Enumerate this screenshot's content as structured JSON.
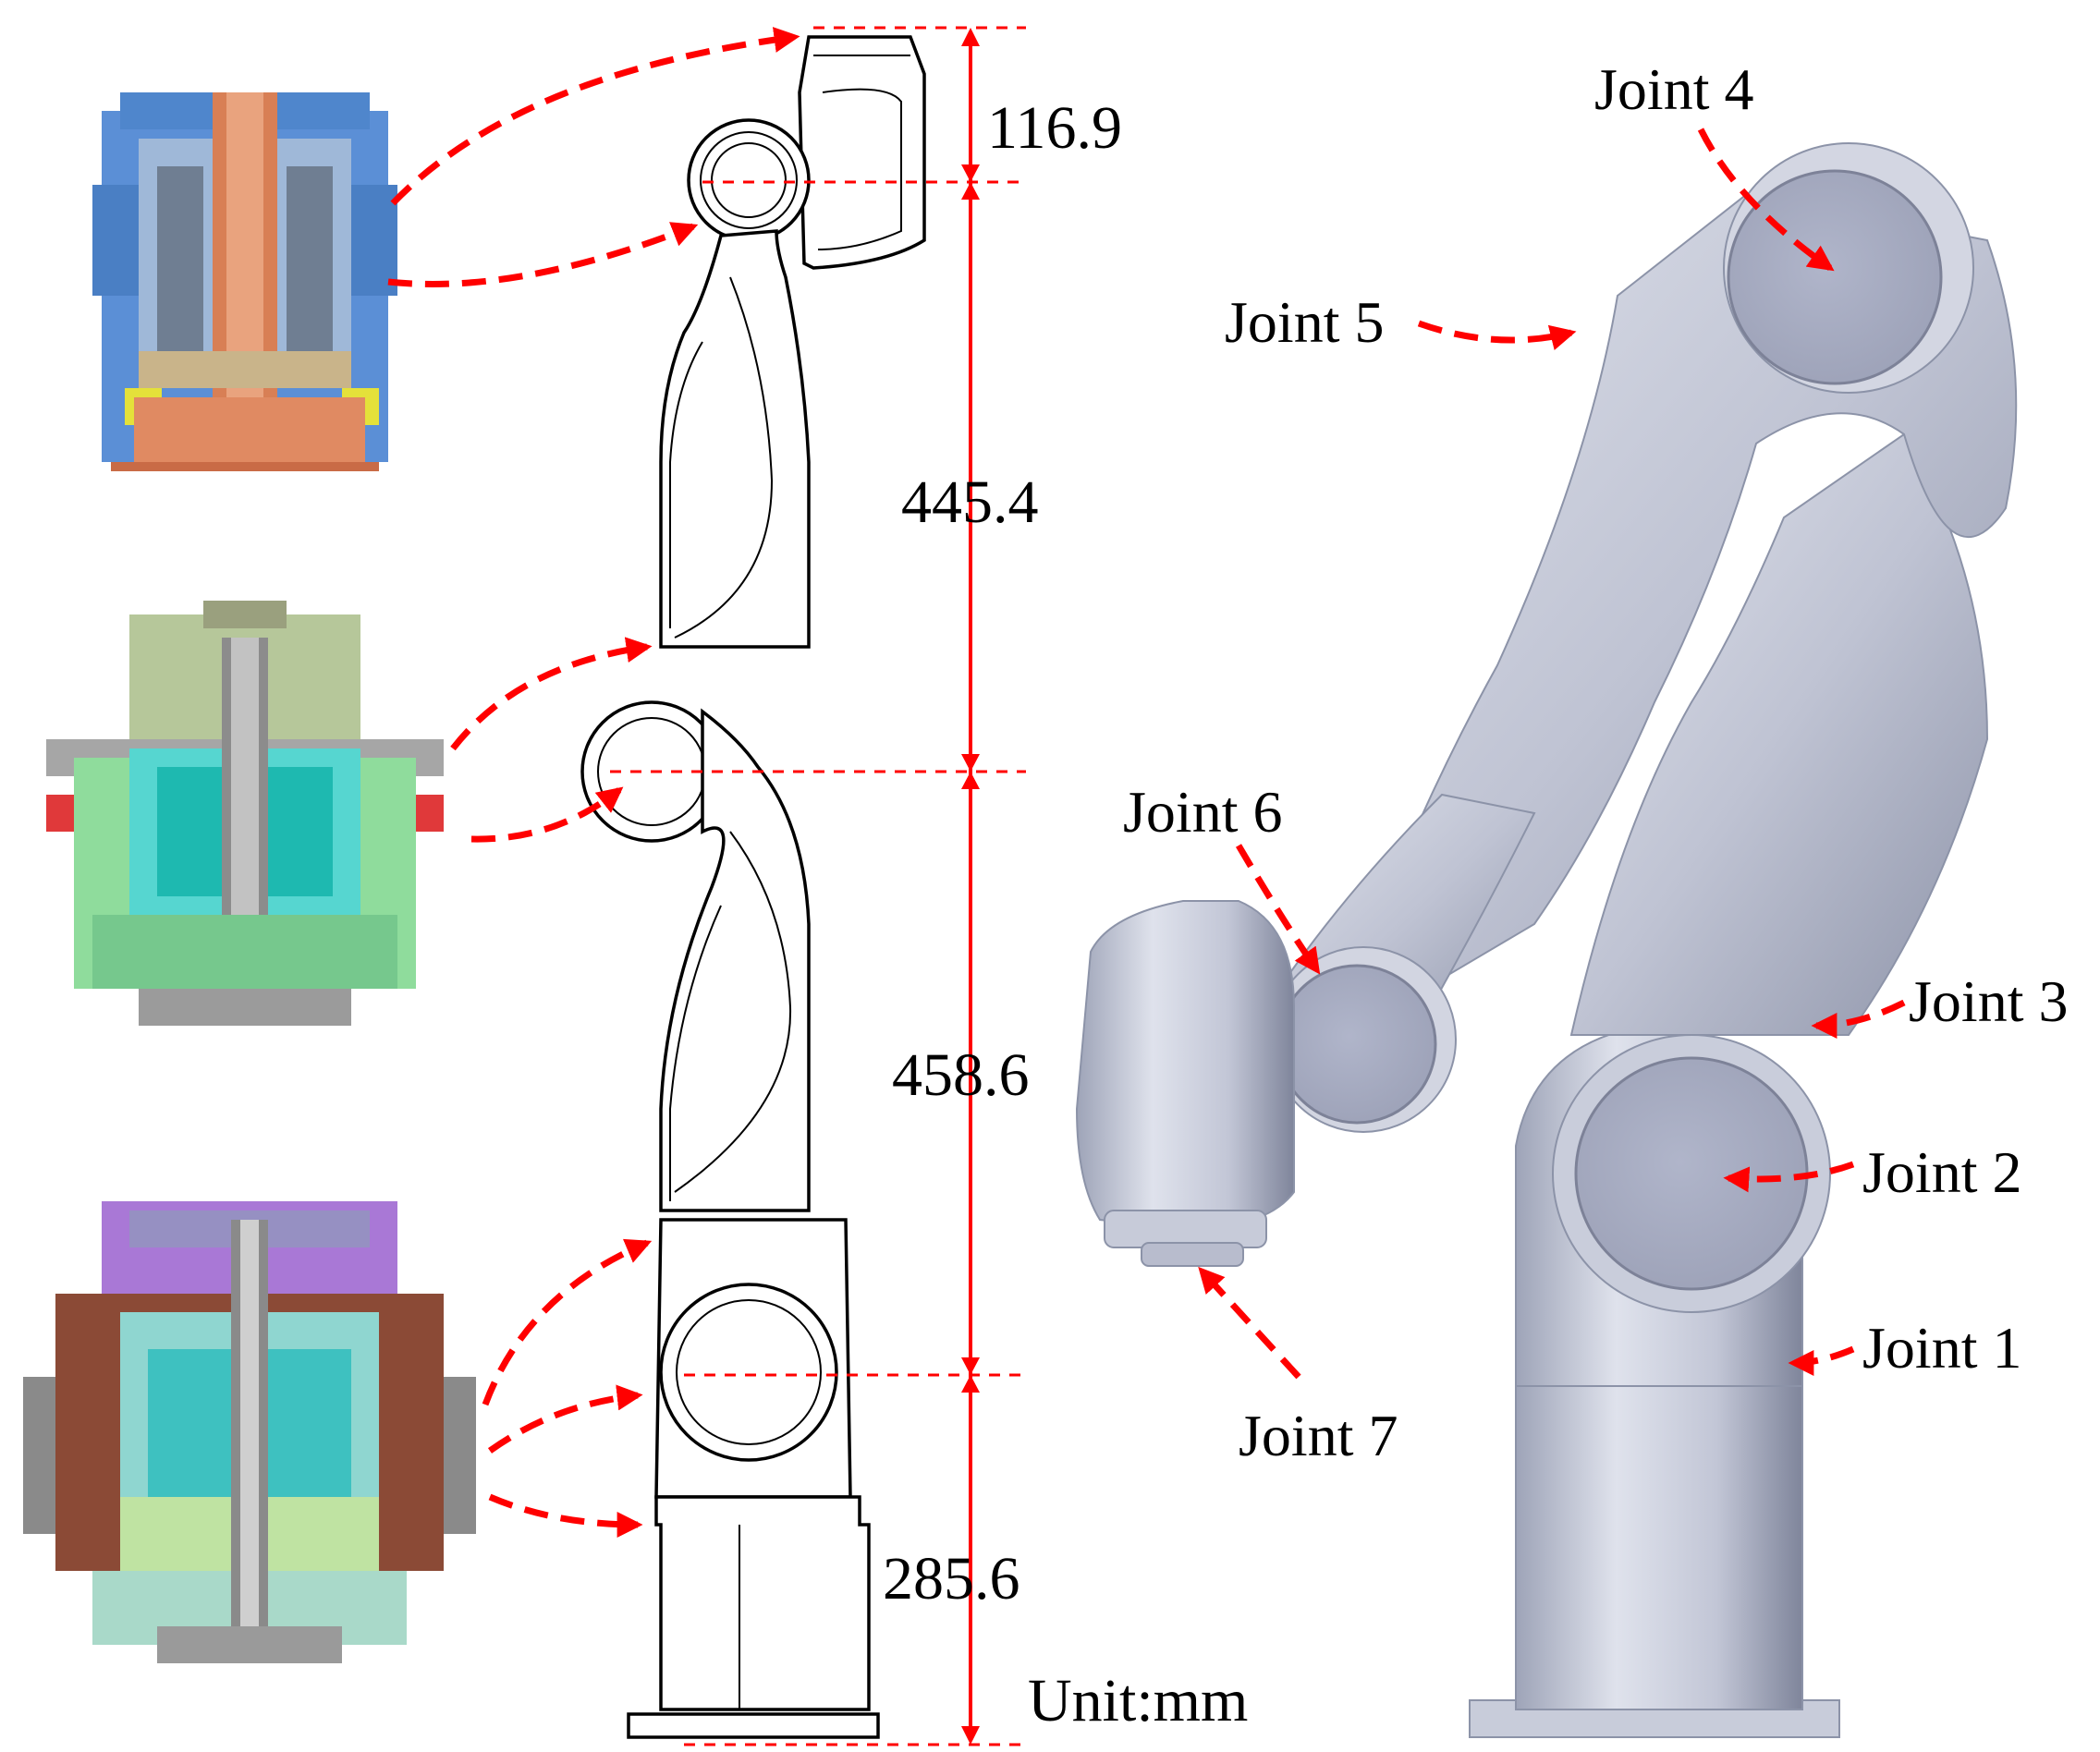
{
  "dimensions": {
    "d1": "116.9",
    "d2": "445.4",
    "d3": "458.6",
    "d4": "285.6",
    "unit": "Unit:mm"
  },
  "joints": {
    "j1": "Joint 1",
    "j2": "Joint 2",
    "j3": "Joint 3",
    "j4": "Joint 4",
    "j5": "Joint 5",
    "j6": "Joint 6",
    "j7": "Joint 7"
  },
  "colors": {
    "annotation": "#ff0000",
    "render_metal": "#c4c8d8",
    "cap": "#a9aec4"
  }
}
